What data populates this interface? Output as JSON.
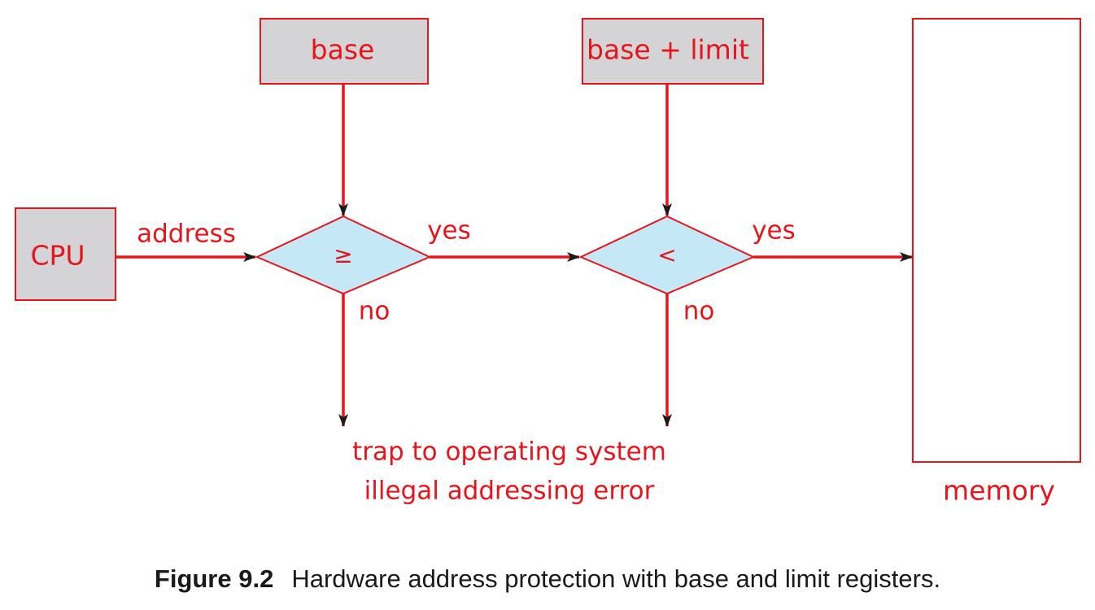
{
  "colors": {
    "line": "#e8141b",
    "register_fill": "#d4d4d6",
    "decision_fill": "#c5e8f7",
    "arrowhead": "#1a1a1a",
    "text": "#e8141b"
  },
  "nodes": {
    "cpu": "CPU",
    "base": "base",
    "base_limit": "base + limit",
    "compare_ge": "≥",
    "compare_lt": "<",
    "memory": "memory"
  },
  "edges": {
    "address": "address",
    "yes_1": "yes",
    "yes_2": "yes",
    "no_1": "no",
    "no_2": "no"
  },
  "trap": {
    "line1": "trap to operating system",
    "line2": "illegal addressing error"
  },
  "caption": {
    "number": "Figure 9.2",
    "text": "Hardware address protection with base and limit registers."
  }
}
